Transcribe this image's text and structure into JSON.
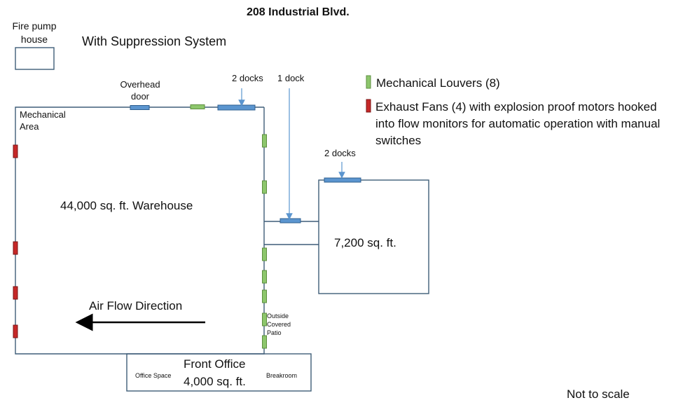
{
  "title": "208 Industrial Blvd.",
  "fire_pump_label": "Fire pump house",
  "suppression_label": "With Suppression System",
  "overhead_door_label": "Overhead door",
  "docks_top_label": "2 docks",
  "dock_single_label": "1 dock",
  "docks_annex_label": "2 docks",
  "mechanical_area_label": "Mechanical Area",
  "warehouse_label": "44,000 sq. ft. Warehouse",
  "annex_label": "7,200 sq. ft.",
  "airflow_label": "Air Flow Direction",
  "patio_label": "Outside Covered Patio",
  "front_office_title": "Front Office",
  "front_office_area": "4,000 sq. ft.",
  "office_space_label": "Office Space",
  "breakroom_label": "Breakroom",
  "legend": {
    "louvers": "Mechanical Louvers (8)",
    "fans": "Exhaust Fans (4) with explosion proof motors hooked into flow monitors for automatic operation with manual switches"
  },
  "note": "Not to scale",
  "colors": {
    "louver": "#8dc66c",
    "fan": "#c62828",
    "dock": "#5b95cf",
    "wall": "#3e5d78"
  }
}
